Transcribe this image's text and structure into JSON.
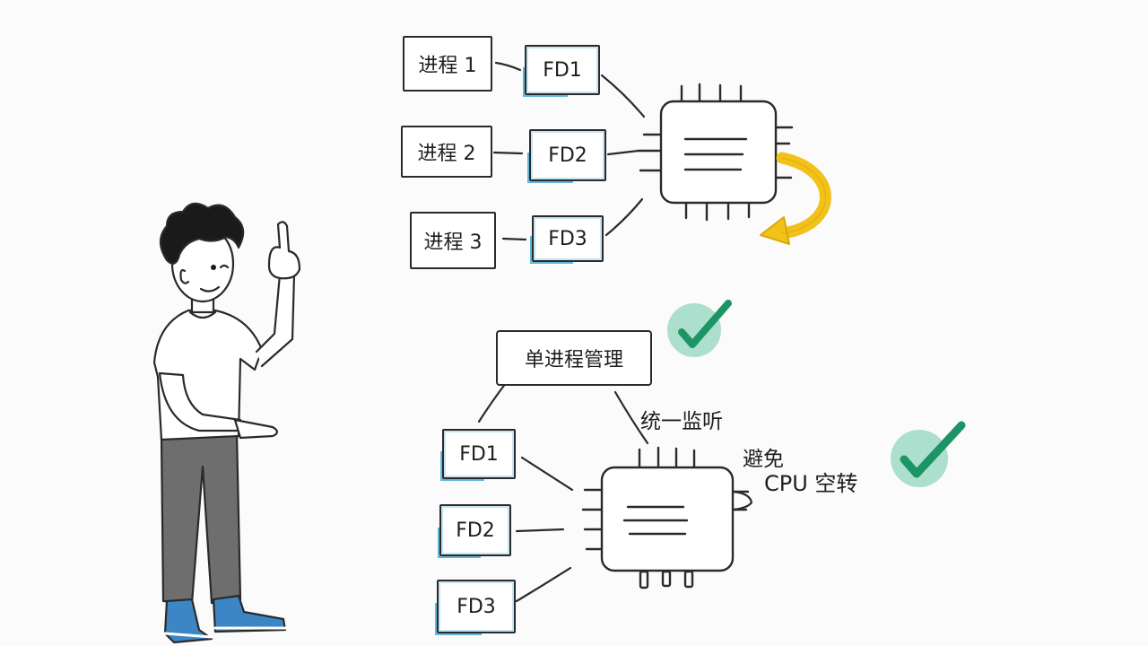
{
  "colors": {
    "ink": "#2a2a2a",
    "fd_accent": "#5fb8da",
    "loop_arrow": "#f2c21a",
    "check_circle": "#9ed9c4",
    "check_mark": "#1c9463",
    "shoes": "#3d86c6",
    "pants": "#6e6e6e"
  },
  "top_diagram": {
    "processes": [
      "进程 1",
      "进程 2",
      "进程 3"
    ],
    "fds": [
      "FD1",
      "FD2",
      "FD3"
    ],
    "cpu_icon": "cpu-chip-icon",
    "loop_icon": "loop-arrow-icon"
  },
  "bottom_diagram": {
    "manager_label": "单进程管理",
    "listen_label": "统一监听",
    "fds": [
      "FD1",
      "FD2",
      "FD3"
    ],
    "avoid_line1": "避免",
    "avoid_line2": "CPU 空转",
    "cpu_icon": "cpu-chip-icon",
    "check_icon": "check-mark-icon"
  }
}
